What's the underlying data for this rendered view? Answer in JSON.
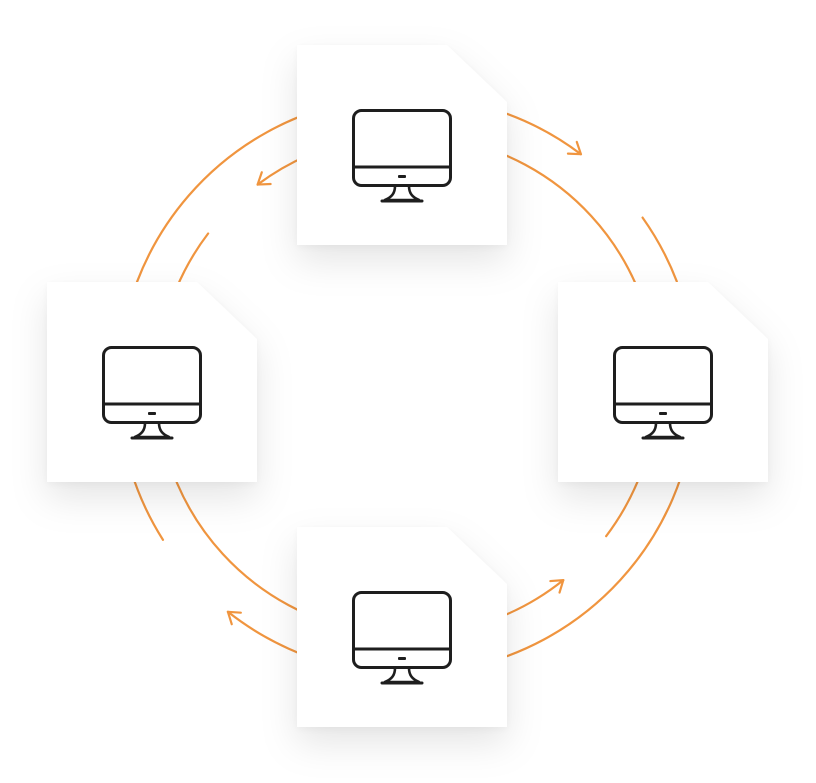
{
  "colors": {
    "arrow": "#F0953F",
    "icon": "#1E1E1E",
    "card": "#FFFFFF",
    "background": "#FFFFFF"
  },
  "nodes": [
    {
      "id": "top",
      "icon": "desktop-monitor-icon"
    },
    {
      "id": "left",
      "icon": "desktop-monitor-icon"
    },
    {
      "id": "right",
      "icon": "desktop-monitor-icon"
    },
    {
      "id": "bottom",
      "icon": "desktop-monitor-icon"
    }
  ]
}
